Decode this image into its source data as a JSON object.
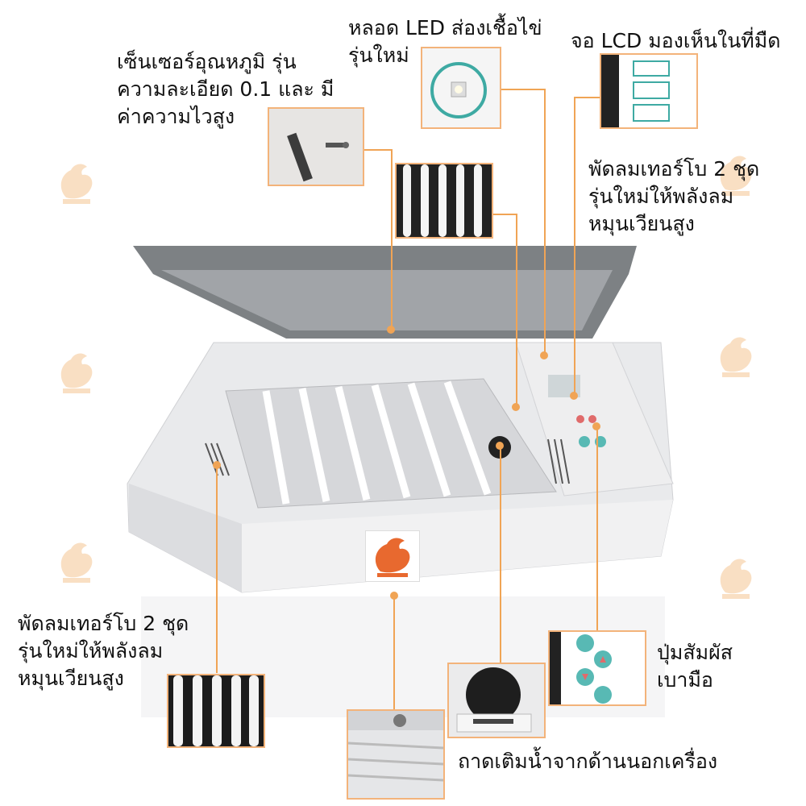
{
  "callouts": {
    "sensor": "เซ็นเซอร์อุณหภูมิ รุ่น\nความละเอียด 0.1 และ มี\nค่าความไวสูง",
    "led": "หลอด LED ส่องเชื้อไข่\nรุ่นใหม่",
    "lcd": "จอ LCD มองเห็นในที่มืด",
    "fan_right": "พัดลมเทอร์โบ 2 ชุด\nรุ่นใหม่ให้พลังลม\nหมุนเวียนสูง",
    "fan_left": "พัดลมเทอร์โบ 2 ชุด\nรุ่นใหม่ให้พลังลม\nหมุนเวียนสูง",
    "touch": "ปุ่มสัมผัส\nเบามือ",
    "water": "ถาดเติมน้ำจากด้านนอกเครื่อง"
  },
  "colors": {
    "accent": "#f0a455",
    "lid": "#6f7377",
    "body": "#e9eaec",
    "tray": "#d6d7da",
    "button_teal": "#58b9b4"
  },
  "icons": {
    "watermark": "rooster-logo-icon",
    "logo": "rooster-logo-icon"
  }
}
